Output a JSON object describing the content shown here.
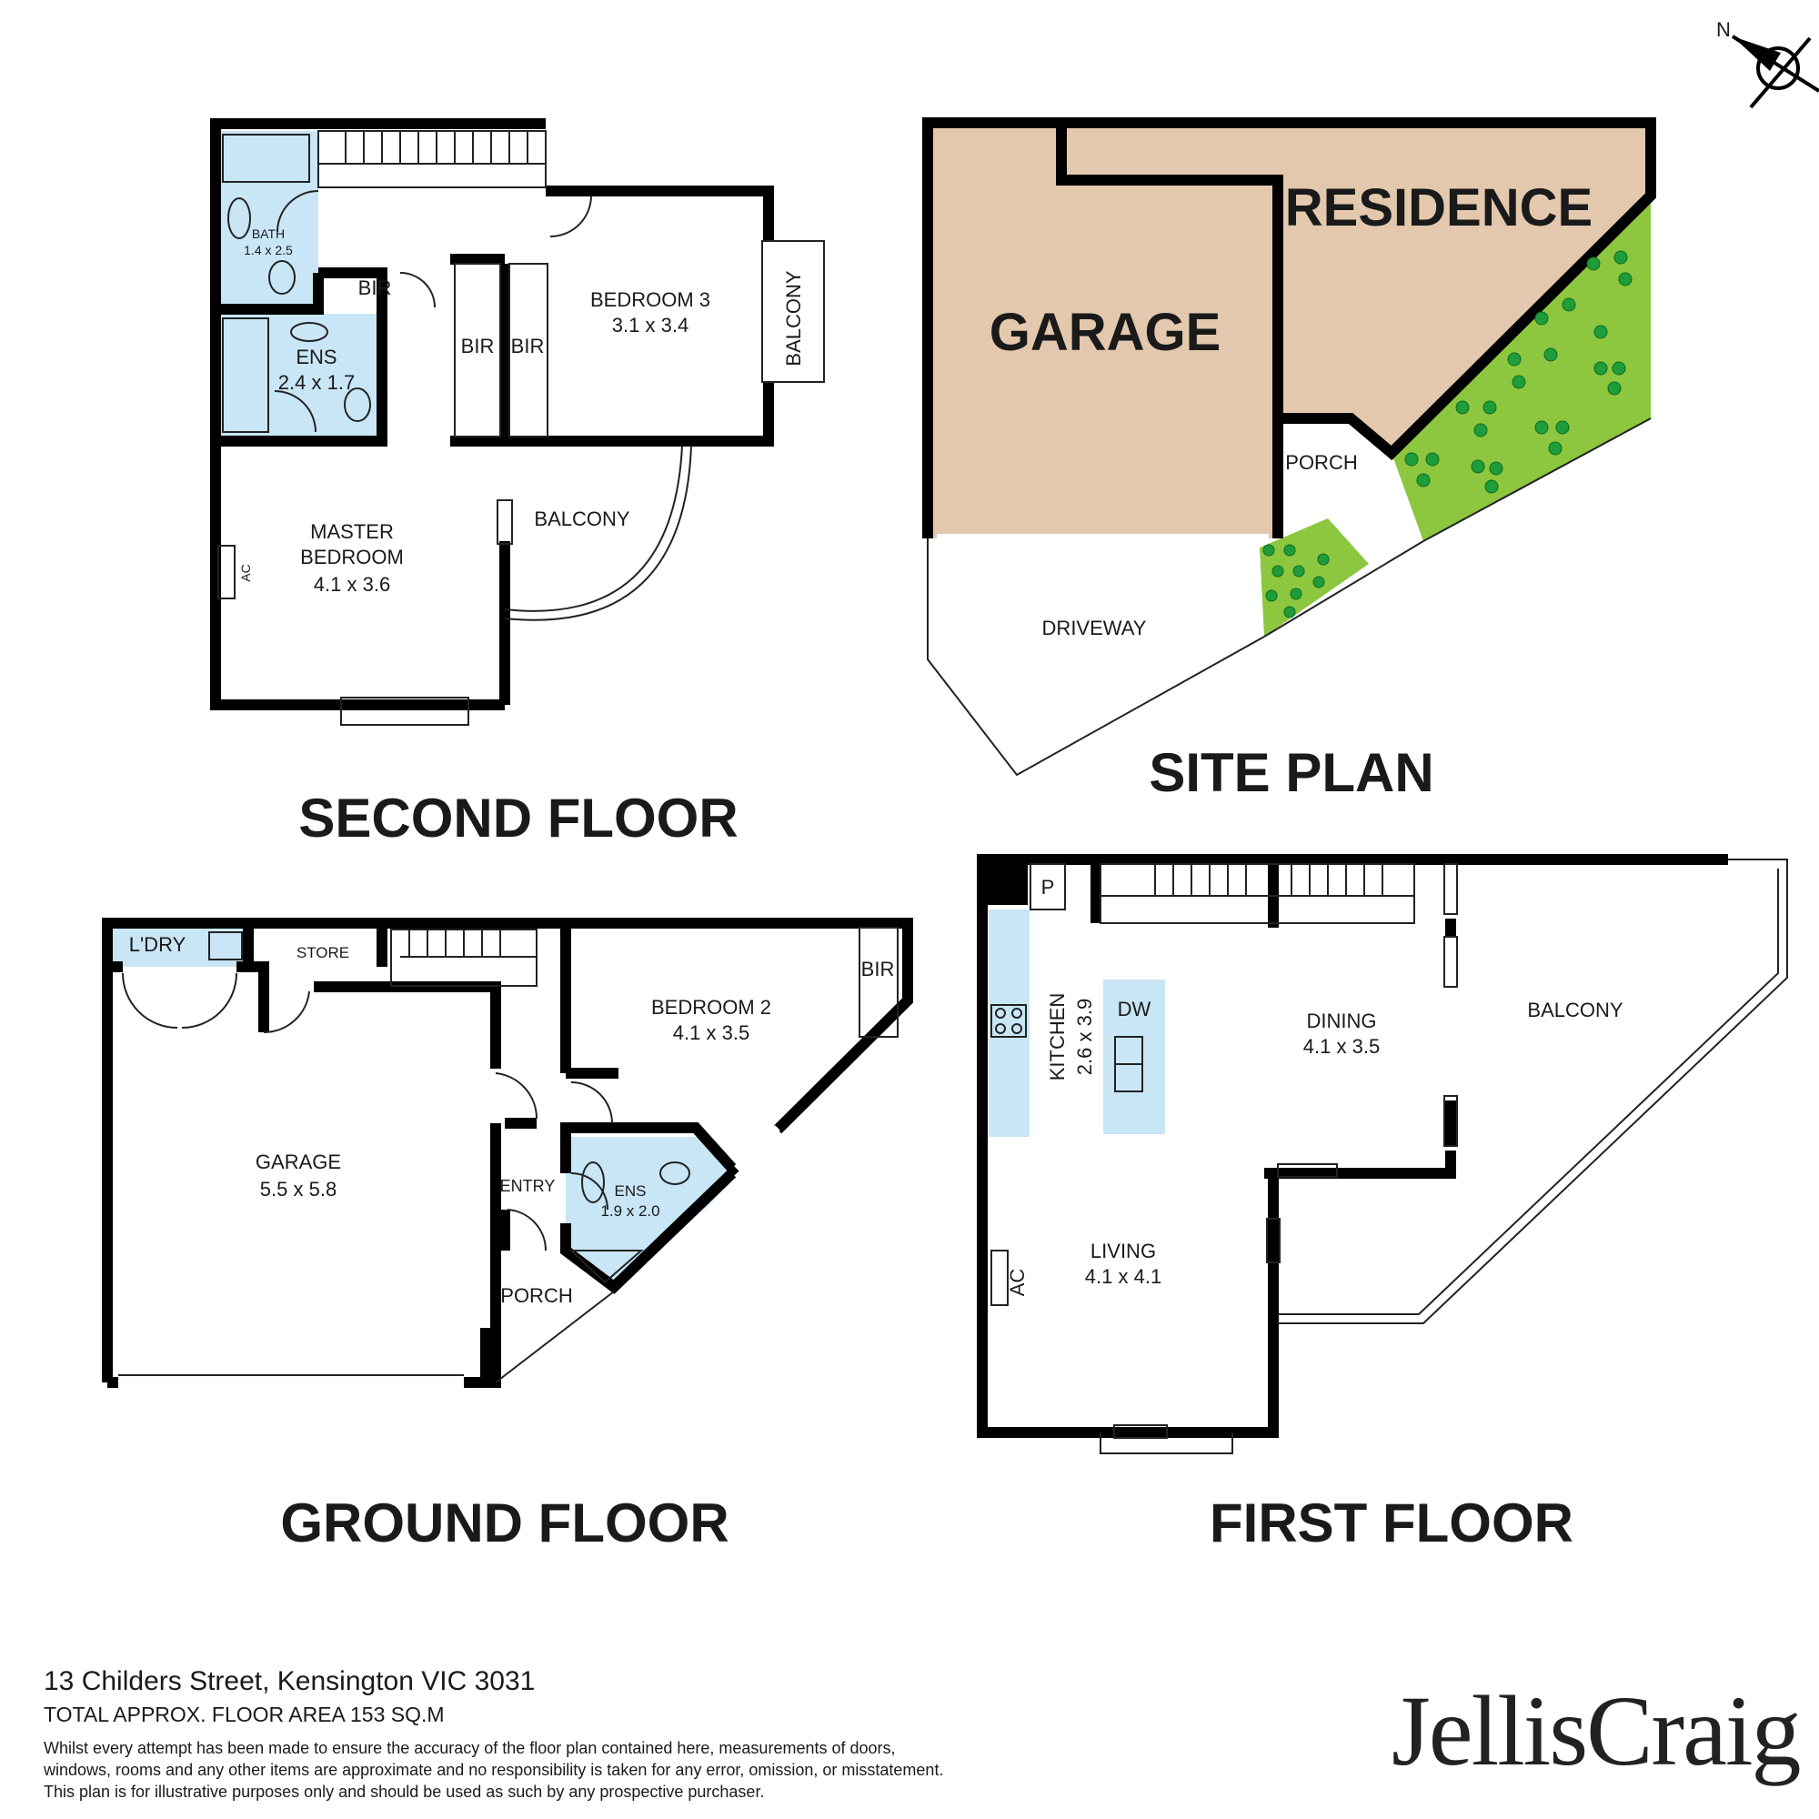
{
  "second_floor": {
    "title": "SECOND FLOOR",
    "rooms": {
      "bath": {
        "name": "BATH",
        "size": "1.4 x 2.5"
      },
      "ens": {
        "name": "ENS",
        "size": "2.4 x 1.7"
      },
      "bir1": "BIR",
      "bir2": "BIR",
      "bir3": "BIR",
      "bedroom3": {
        "name": "BEDROOM 3",
        "size": "3.1 x 3.4"
      },
      "balcony_side": "BALCONY",
      "master": {
        "line1": "MASTER",
        "line2": "BEDROOM",
        "size": "4.1 x 3.6"
      },
      "ac": "AC",
      "balcony": "BALCONY"
    }
  },
  "site_plan": {
    "title": "SITE PLAN",
    "garage": "GARAGE",
    "residence": "RESIDENCE",
    "porch": "PORCH",
    "driveway": "DRIVEWAY",
    "north": "N"
  },
  "ground_floor": {
    "title": "GROUND FLOOR",
    "rooms": {
      "ldry": "L'DRY",
      "store": "STORE",
      "bedroom2": {
        "name": "BEDROOM 2",
        "size": "4.1 x 3.5"
      },
      "bir": "BIR",
      "garage": {
        "name": "GARAGE",
        "size": "5.5 x 5.8"
      },
      "entry": "ENTRY",
      "ens": {
        "name": "ENS",
        "size": "1.9 x 2.0"
      },
      "porch": "PORCH"
    }
  },
  "first_floor": {
    "title": "FIRST FLOOR",
    "rooms": {
      "pantry": "P",
      "kitchen": {
        "name": "KITCHEN",
        "size": "2.6 x 3.9"
      },
      "dw": "DW",
      "dining": {
        "name": "DINING",
        "size": "4.1 x 3.5"
      },
      "balcony": "BALCONY",
      "living": {
        "name": "LIVING",
        "size": "4.1 x 4.1"
      },
      "ac": "AC"
    }
  },
  "footer": {
    "address": "13 Childers Street, Kensington VIC 3031",
    "area": "TOTAL APPROX. FLOOR AREA 153 SQ.M",
    "disclaimer1": "Whilst every attempt has been made to ensure the accuracy of the floor plan contained here, measurements of doors,",
    "disclaimer2": "windows, rooms and any other items are approximate and no responsibility is taken for any error, omission, or misstatement.",
    "disclaimer3": "This plan is for illustrative purposes only and should be used as such by any prospective purchaser.",
    "logo": "JellisCraig"
  },
  "colors": {
    "wet_area": "#c8e6f5",
    "building": "#e3c8ad",
    "garden": "#8dc63f",
    "tree": "#1e9d3a"
  }
}
